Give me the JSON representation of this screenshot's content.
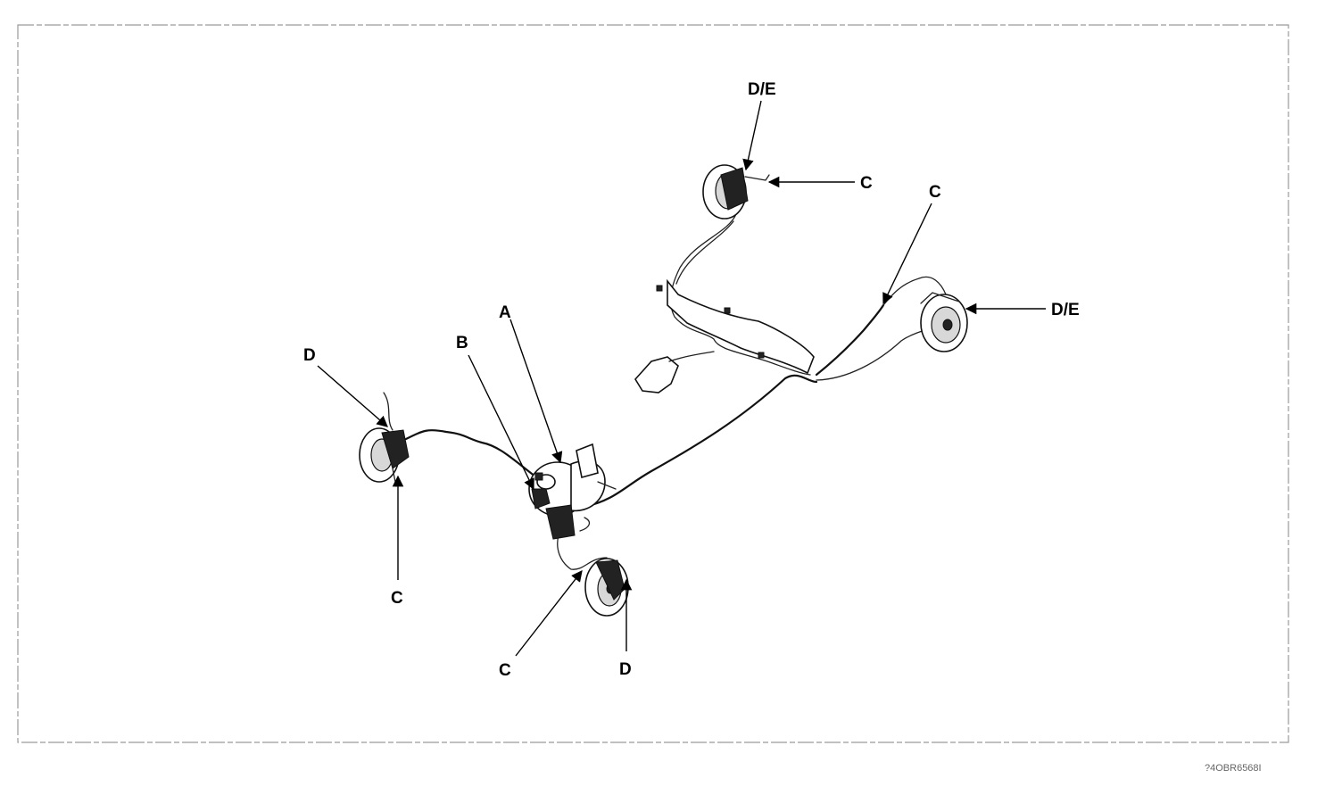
{
  "callouts": [
    {
      "id": "de-rear-left",
      "text": "D/E"
    },
    {
      "id": "c-rear-left",
      "text": "C"
    },
    {
      "id": "c-rear-right-upper",
      "text": "C"
    },
    {
      "id": "de-rear-right",
      "text": "D/E"
    },
    {
      "id": "a-master",
      "text": "A"
    },
    {
      "id": "b-abs",
      "text": "B"
    },
    {
      "id": "d-front-left",
      "text": "D"
    },
    {
      "id": "c-front-left",
      "text": "C"
    },
    {
      "id": "c-front-right",
      "text": "C"
    },
    {
      "id": "d-front-right",
      "text": "D"
    }
  ],
  "reference_code": "?4OBR6568I",
  "colors": {
    "line": "#111111",
    "frame": "#9a9a9a",
    "background": "#ffffff"
  }
}
